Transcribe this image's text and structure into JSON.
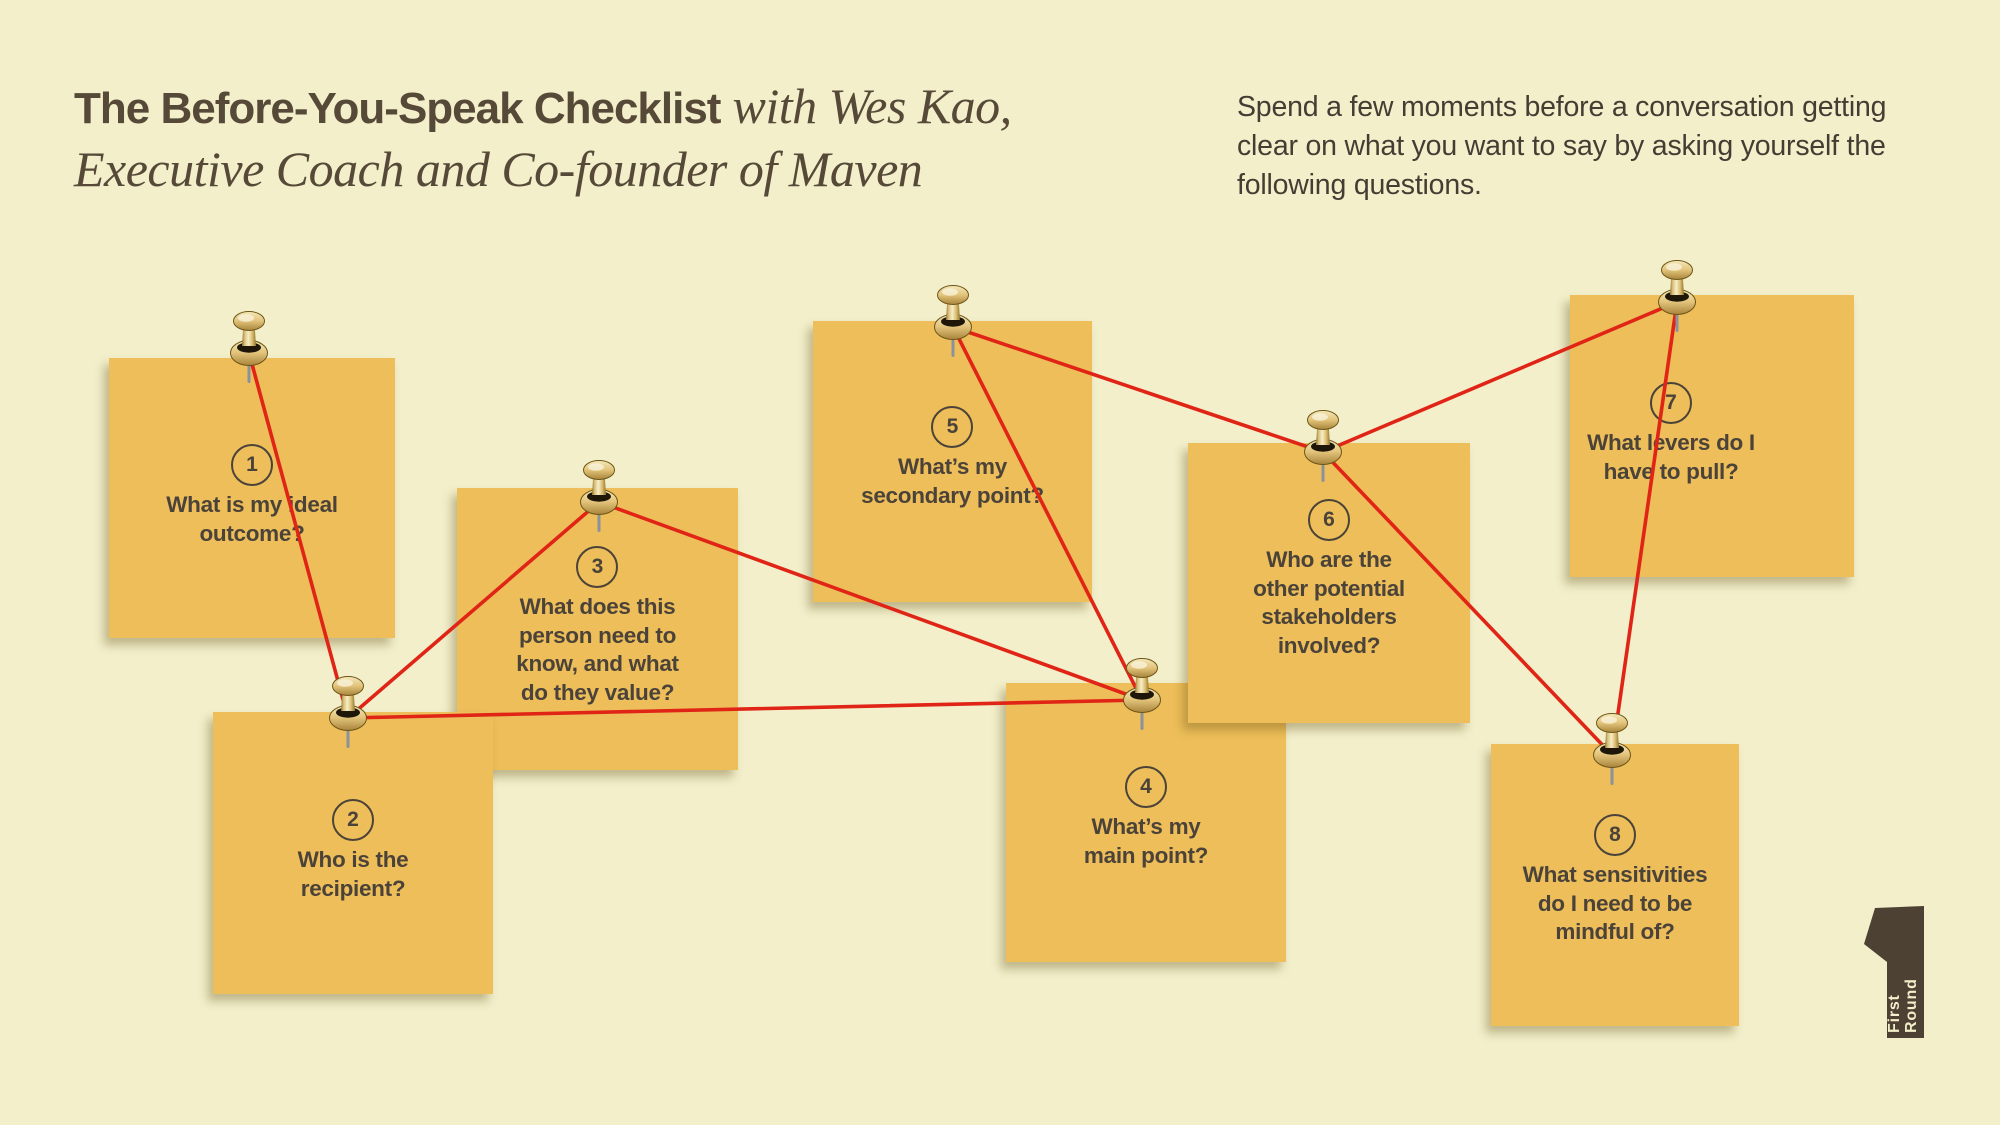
{
  "header": {
    "title_bold": "The Before-You-Speak Checklist",
    "title_with": " with Wes Kao,",
    "title_line2": "Executive Coach and Co-founder of Maven",
    "intro": "Spend a few moments before a conversation getting clear on what you want to say by asking yourself the following questions."
  },
  "notes": [
    {
      "number": "1",
      "text": "What is my ideal\noutcome?"
    },
    {
      "number": "2",
      "text": "Who is the\nrecipient?"
    },
    {
      "number": "3",
      "text": "What does this\nperson need to\nknow, and what\ndo they value?"
    },
    {
      "number": "4",
      "text": "What’s my\nmain point?"
    },
    {
      "number": "5",
      "text": "What’s my\nsecondary point?"
    },
    {
      "number": "6",
      "text": "Who are the\nother potential\nstakeholders\ninvolved?"
    },
    {
      "number": "7",
      "text": "What levers do I\nhave to pull?"
    },
    {
      "number": "8",
      "text": "What sensitivities\ndo I need to be\nmindful of?"
    }
  ],
  "connections": [
    [
      "1",
      "2"
    ],
    [
      "2",
      "3"
    ],
    [
      "2",
      "4"
    ],
    [
      "3",
      "4"
    ],
    [
      "5",
      "4"
    ],
    [
      "5",
      "6"
    ],
    [
      "6",
      "7"
    ],
    [
      "6",
      "8"
    ],
    [
      "7",
      "8"
    ]
  ],
  "colors": {
    "background": "#f2efca",
    "note": "#edbe59",
    "string_red": "#e02517",
    "note_text": "#4b4339",
    "title_brown": "#564938",
    "logo_brown": "#4d4134"
  },
  "logo": {
    "line1": "First",
    "line2": "Round"
  }
}
